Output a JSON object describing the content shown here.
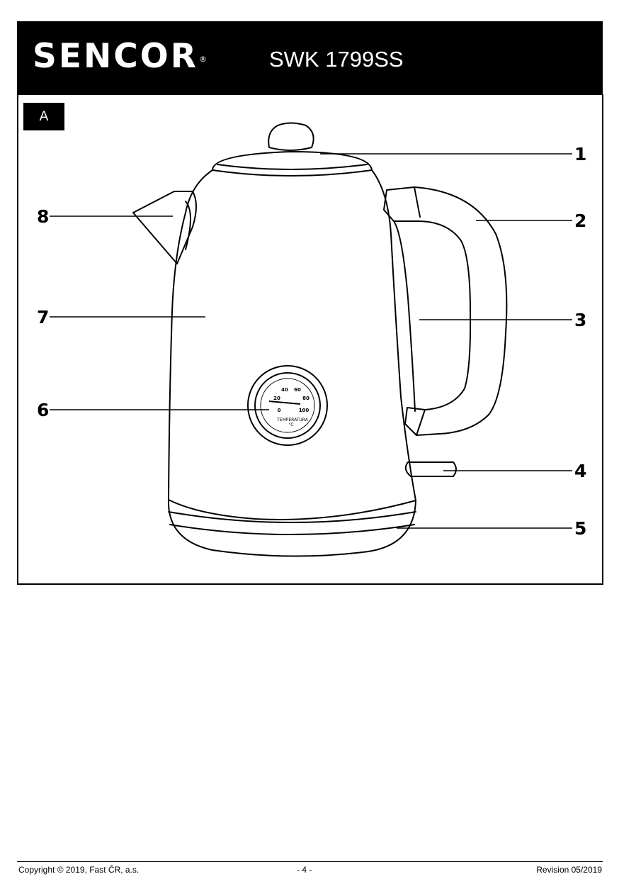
{
  "header": {
    "brand": "SENCOR",
    "registered_mark": "®",
    "model": "SWK 1799SS"
  },
  "figure": {
    "section_label": "A",
    "callouts": [
      "1",
      "2",
      "3",
      "4",
      "5",
      "6",
      "7",
      "8"
    ],
    "gauge": {
      "ticks": [
        "40",
        "60",
        "20",
        "80",
        "0",
        "100"
      ],
      "label": "TEMPERATURA",
      "unit": "°C"
    }
  },
  "footer": {
    "copyright": "Copyright © 2019, Fast ČR, a.s.",
    "page": "- 4 -",
    "revision": "Revision 05/2019"
  }
}
